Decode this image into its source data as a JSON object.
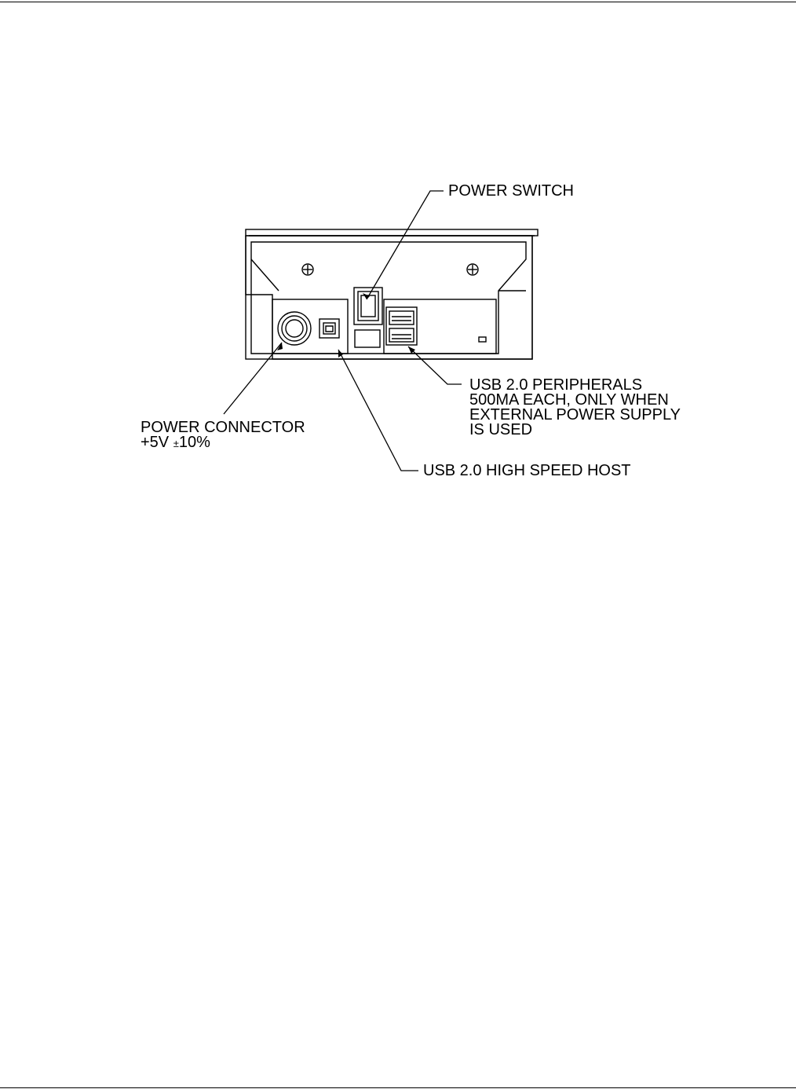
{
  "labels": {
    "power_switch": "POWER SWITCH",
    "usb_peripherals": [
      "USB 2.0 PERIPHERALS",
      "500MA EACH, ONLY WHEN",
      "EXTERNAL POWER SUPPLY",
      "IS USED"
    ],
    "power_connector": "POWER CONNECTOR",
    "power_spec_prefix": "+5V ",
    "power_spec_pm": "±",
    "power_spec_value": "10%",
    "usb_host": "USB 2.0 HIGH SPEED HOST"
  },
  "colors": {
    "line": "#000000",
    "background": "#ffffff"
  }
}
